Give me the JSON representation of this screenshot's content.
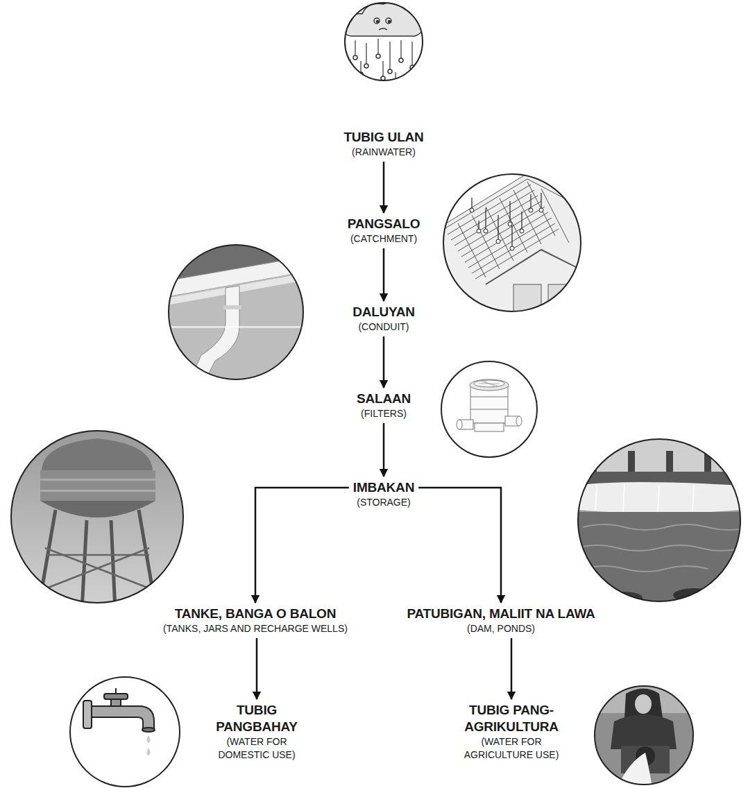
{
  "diagram": {
    "nodes": [
      {
        "text": [
          "TUBIG ULAN",
          "(RAINWATER)"
        ]
      },
      {
        "text": [
          "PANGSALO",
          "(CATCHMENT)"
        ]
      },
      {
        "text": [
          "DALUYAN",
          "(CONDUIT)"
        ]
      },
      {
        "text": [
          "SALAAN",
          "(FILTERS)"
        ]
      },
      {
        "text": [
          "IMBAKAN",
          "(STORAGE)"
        ]
      },
      {
        "text": [
          "TANKE, BANGA O BALON",
          "(TANKS, JARS AND RECHARGE WELLS)"
        ]
      },
      {
        "text": [
          "PATUBIGAN, MALIIT NA LAWA",
          "(DAM, PONDS)"
        ]
      },
      {
        "text": [
          "TUBIG PANGBAHAY",
          "(WATER FOR DOMESTIC USE)"
        ]
      },
      {
        "text": [
          "TUBIG PANG- AGRIKULTURA",
          "(WATER FOR AGRICULTURE USE)"
        ]
      }
    ],
    "edges": [
      {
        "from": 0,
        "to": 1,
        "arrow": "to"
      },
      {
        "from": 1,
        "to": 2,
        "arrow": "to"
      },
      {
        "from": 2,
        "to": 3,
        "arrow": "to"
      },
      {
        "from": 3,
        "to": 4,
        "arrow": "to"
      },
      {
        "from": 4,
        "to": 5,
        "arrow": "to"
      },
      {
        "from": 4,
        "to": 6,
        "arrow": "to"
      },
      {
        "from": 5,
        "to": 7,
        "arrow": "to"
      },
      {
        "from": 6,
        "to": 8,
        "arrow": "to"
      }
    ]
  }
}
